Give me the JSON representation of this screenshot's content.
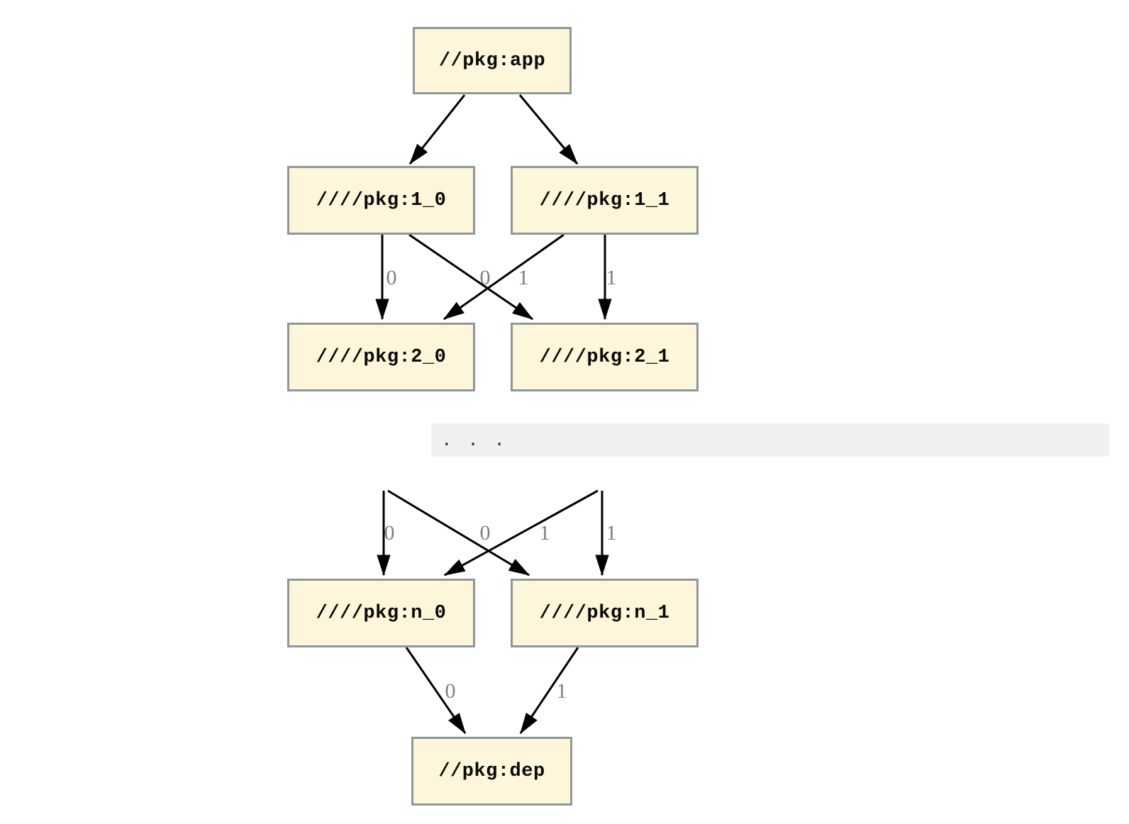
{
  "diagram": {
    "kind": "dependency-graph",
    "nodes": [
      {
        "id": "app",
        "label": "//pkg:app"
      },
      {
        "id": "1_0",
        "label": "////pkg:1_0"
      },
      {
        "id": "1_1",
        "label": "////pkg:1_1"
      },
      {
        "id": "2_0",
        "label": "////pkg:2_0"
      },
      {
        "id": "2_1",
        "label": "////pkg:2_1"
      },
      {
        "id": "n_0",
        "label": "////pkg:n_0"
      },
      {
        "id": "n_1",
        "label": "////pkg:n_1"
      },
      {
        "id": "dep",
        "label": "//pkg:dep"
      }
    ],
    "edges": [
      {
        "from": "app",
        "to": "1_0",
        "label": ""
      },
      {
        "from": "app",
        "to": "1_1",
        "label": ""
      },
      {
        "from": "1_0",
        "to": "2_0",
        "label": "0"
      },
      {
        "from": "1_1",
        "to": "2_0",
        "label": "0"
      },
      {
        "from": "1_0",
        "to": "2_1",
        "label": "1"
      },
      {
        "from": "1_1",
        "to": "2_1",
        "label": "1"
      },
      {
        "from": "...",
        "to": "n_0",
        "label": "0"
      },
      {
        "from": "...",
        "to": "n_0",
        "label": "0"
      },
      {
        "from": "...",
        "to": "n_1",
        "label": "1"
      },
      {
        "from": "...",
        "to": "n_1",
        "label": "1"
      },
      {
        "from": "n_0",
        "to": "dep",
        "label": "0"
      },
      {
        "from": "n_1",
        "to": "dep",
        "label": "1"
      }
    ],
    "ellipsis_text": ". . .",
    "colors": {
      "background": "#ffffff",
      "node_fill": "#fdf6da",
      "node_border": "#8e9898",
      "edge_line": "#000000",
      "edge_label_text": "#7f7f7f",
      "ellipsis_bar_bg": "#f0f0f0",
      "ellipsis_text_color": "#333333"
    }
  }
}
